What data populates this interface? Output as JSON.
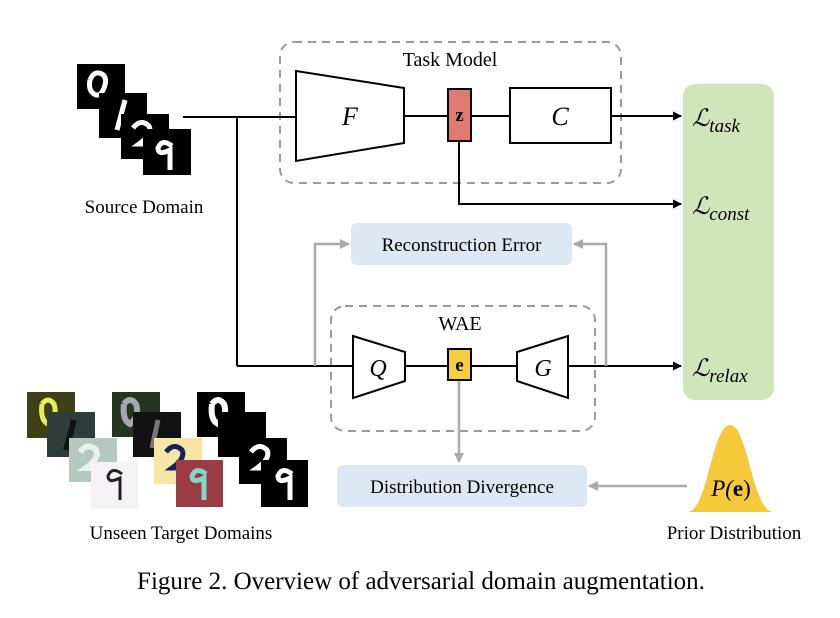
{
  "source": {
    "label": "Source Domain"
  },
  "targets": {
    "label": "Unseen Target Domains"
  },
  "task_model": {
    "label": "Task Model",
    "encoder": "F",
    "latent": "z",
    "classifier": "C"
  },
  "wae": {
    "label": "WAE",
    "encoder": "Q",
    "latent": "e",
    "decoder": "G"
  },
  "blocks": {
    "reconstruction": "Reconstruction Error",
    "divergence": "Distribution Divergence"
  },
  "losses": {
    "symbol": "ℒ",
    "task": "task",
    "const": "const",
    "relax": "relax"
  },
  "prior": {
    "formula_pre": "P(",
    "formula_var": "e",
    "formula_post": ")",
    "label": "Prior Distribution"
  },
  "caption": "Figure 2. Overview of adversarial domain augmentation.",
  "colors": {
    "latent_z": "#e07a72",
    "latent_e": "#f7cf3a",
    "loss_panel": "#cfe6bd",
    "blue_box": "#dde8f4",
    "prior_fill": "#f6c93a",
    "gray_arrow": "#aaaaaa",
    "dashed": "#9a9a9a"
  }
}
